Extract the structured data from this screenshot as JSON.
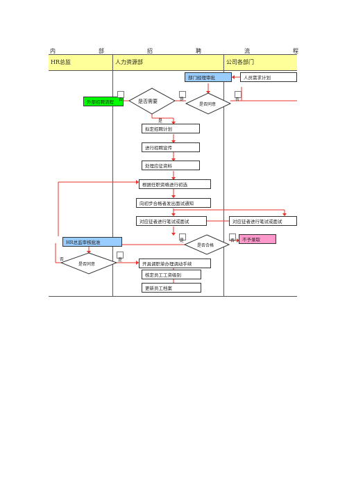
{
  "title": [
    "内",
    "部",
    "招",
    "聘",
    "流",
    "程"
  ],
  "columns": {
    "hr_director": "HR总监",
    "hr_dept": "人力资源部",
    "departments": "公司各部门"
  },
  "nodes": {
    "dept_manager_approval": "部门经理审批",
    "manpower_request_plan": "人员需求计划",
    "is_needed": "是否需要",
    "is_agreed_top": "是否同意",
    "external_recruit": "外部招聘流程",
    "make_plan": "拟定招聘计划",
    "publicity": "进行招聘宣传",
    "process_applications": "处理应征资料",
    "screening": "根据任职资格进行初选",
    "notify": "向初步合格者发出面试通知",
    "interview_hr": "对应征者进行笔试或面试",
    "interview_dept": "对应征者进行笔试或面试",
    "is_qualified": "是否合格",
    "not_hired": "不予录取",
    "hr_approval": "HR总监审核批准",
    "is_agreed_bottom": "是否同意",
    "transfer_procedure": "开具调职单办理调动手续",
    "set_salary": "核定员工工资级别",
    "update_file": "更新员工档案"
  },
  "edge_labels": {
    "yes": "是",
    "no": "否"
  },
  "colors": {
    "line": "#e8312a",
    "header": "#ffff99",
    "blue_box": "#99ccff",
    "green_box": "#00ff00",
    "pink_box": "#ff99cc"
  }
}
